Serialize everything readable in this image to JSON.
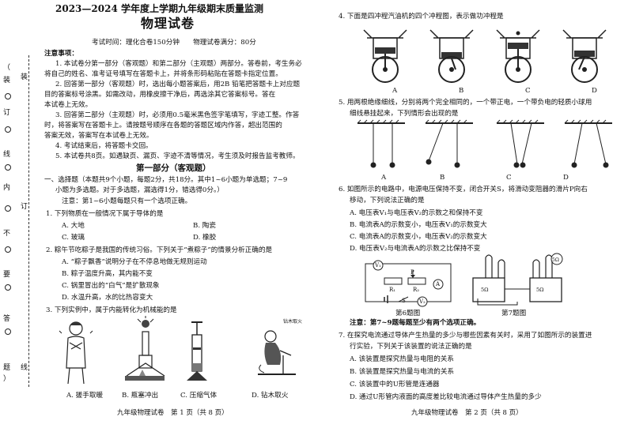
{
  "binding_margin": {
    "chars": [
      "（",
      "装",
      "订",
      "线",
      "内",
      "不",
      "要",
      "答",
      "题",
      "）"
    ],
    "chars_outer": [
      "装",
      "订",
      "线"
    ]
  },
  "left": {
    "header": "2023—2024 学年度上学期九年级期末质量监测",
    "title": "物理试卷",
    "exam_info": "考试时间：理化合卷150分钟　　物理试卷满分：80分",
    "notice_title": "注意事项：",
    "notices": [
      "1. 本试卷分第一部分（客观题）和第二部分（主观题）两部分。答卷前，考生务必",
      "将自己的姓名、准考证号填写在答题卡上，并将条形码粘贴在答题卡指定位置。",
      "2. 回答第一部分（客观题）时，选出每小题答案后，用2B 铅笔把答题卡上对应题",
      "目的答案标号涂黑。如需改动，用橡皮擦干净后，再选涂其它答案标号。答在",
      "本试卷上无效。",
      "3. 回答第二部分（主观题）时，必须用0.5毫米黑色签字笔填写，字迹工整。作答",
      "时，将答案写在答题卡上。请按题号顺序在各题的答题区域内作答，超出范围的",
      "答案无效，答案写在本试卷上无效。",
      "4. 考试结束后，将答题卡交回。",
      "5. 本试卷共8页。如遇缺页、漏页、字迹不清等情况，考生须及时报告监考教师。"
    ],
    "part1_title": "第一部分（客观题）",
    "section1_lines": [
      "一、选择题（本题共9个小题，每题2分，共18分。其中1~6小题为单选题；7~9",
      "小题为多选题。对于多选题，漏选得1分，错选得0分。）"
    ],
    "note1": "注意：第1~6小题每题只有一个选项正确。",
    "q1": {
      "stem": "1. 下列物质在一般情况下属于导体的是",
      "options": [
        "A. 大地",
        "B. 陶瓷",
        "C. 玻璃",
        "D. 橡胶"
      ]
    },
    "q2": {
      "stem_lines": [
        "2. 粽午节吃粽子是我国的传统习俗。下列关于“煮粽子”的情景分析正确的是"
      ],
      "options": [
        "A. “粽子飘香”说明分子在不停息地做无规则运动",
        "B. 粽子温度升高，其内能不变",
        "C. 锅里冒出的“白气”是扩散现象",
        "D. 水温升高，水的比热容变大"
      ]
    },
    "q3": {
      "stem": "3. 下列实例中，属于内能转化为机械能的是",
      "options": [
        "A. 搓手取暖",
        "B. 瓶塞冲出",
        "C. 压缩气体",
        "D. 钻木取火"
      ],
      "sign_text": "钻木取火"
    },
    "footer": "九年级物理试卷　第 1 页（共 8 页）"
  },
  "right": {
    "q4": {
      "stem": "4. 下面是四冲程汽油机的四个冲程图，表示做功冲程是",
      "labels": [
        "A",
        "B",
        "C",
        "D"
      ]
    },
    "q5": {
      "stem_lines": [
        "5. 用两根绝缘细线，分别将两个完全相同的，一个带正电，一个带负电的轻质小球用",
        "细线悬挂起来，下列情形会出现的是"
      ],
      "labels": [
        "A",
        "B",
        "C",
        "D"
      ]
    },
    "q6": {
      "stem_lines": [
        "6. 如图所示的电路中，电源电压保持不变，闭合开关S，将滑动变阻器的滑片P向右",
        "移动，下列说法正确的是"
      ],
      "options": [
        "A. 电压表V₁与电压表V₂的示数之和保持不变",
        "B. 电流表A的示数变小，电压表V₁的示数变大",
        "C. 电流表A的示数变小，电压表V₂的示数变大",
        "D. 电压表V₂与电流表A的示数之比保持不变"
      ],
      "circuit_labels": [
        "V₁",
        "P",
        "R₁",
        "R₂",
        "A",
        "S",
        "V₂"
      ],
      "caption": "第6题图"
    },
    "q7fig": {
      "caption": "第7题图",
      "resistor_labels": [
        "5Ω",
        "5Ω",
        "5Ω"
      ]
    },
    "note2": "注意：第7~9题每题至少有两个选项正确。",
    "q7": {
      "stem_lines": [
        "7. 在探究电流通过导体产生热量的多少与哪些因素有关时，采用了如图所示的装置进",
        "行实验，下列关于该装置的说法正确的是"
      ],
      "options": [
        "A. 该装置是探究热量与电阻的关系",
        "B. 该装置是探究热量与电流的关系",
        "C. 该装置中的U形管是连通器",
        "D. 通过U形管内液面的高度差比较电流通过导体产生热量的多少"
      ]
    },
    "footer": "九年级物理试卷　第 2 页（共 8 页）"
  }
}
